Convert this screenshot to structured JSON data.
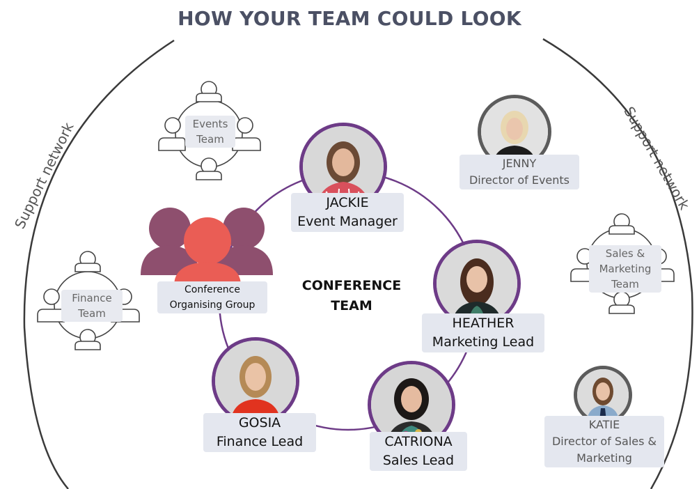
{
  "title": "HOW YOUR TEAM COULD LOOK",
  "center_label": [
    "CONFERENCE",
    "TEAM"
  ],
  "support_network": {
    "left_label": "Support network",
    "right_label": "Support network"
  },
  "conference_group": {
    "lines": [
      "Conference",
      "Organising Group"
    ],
    "colors": {
      "front": "#ea5d55",
      "back": "#8e4f6e"
    }
  },
  "core_team": [
    {
      "name": "JACKIE",
      "role": "Event Manager"
    },
    {
      "name": "HEATHER",
      "role": "Marketing Lead"
    },
    {
      "name": "CATRIONA",
      "role": "Sales Lead"
    },
    {
      "name": "GOSIA",
      "role": "Finance Lead"
    }
  ],
  "directors": [
    {
      "name": "JENNY",
      "role": "Director of Events"
    },
    {
      "name": "KATIE",
      "role": "Director of Sales &",
      "role_line2": "Marketing"
    }
  ],
  "team_groups": [
    {
      "lines": [
        "Events",
        "Team"
      ]
    },
    {
      "lines": [
        "Finance",
        "Team"
      ]
    },
    {
      "lines": [
        "Sales &",
        "Marketing",
        "Team"
      ]
    }
  ],
  "colors": {
    "title": "#4b5064",
    "ring": "#6d3b87",
    "pill": "#e4e7ef",
    "director_ring": "#5c5c5c",
    "arc": "#3a3a3a"
  }
}
